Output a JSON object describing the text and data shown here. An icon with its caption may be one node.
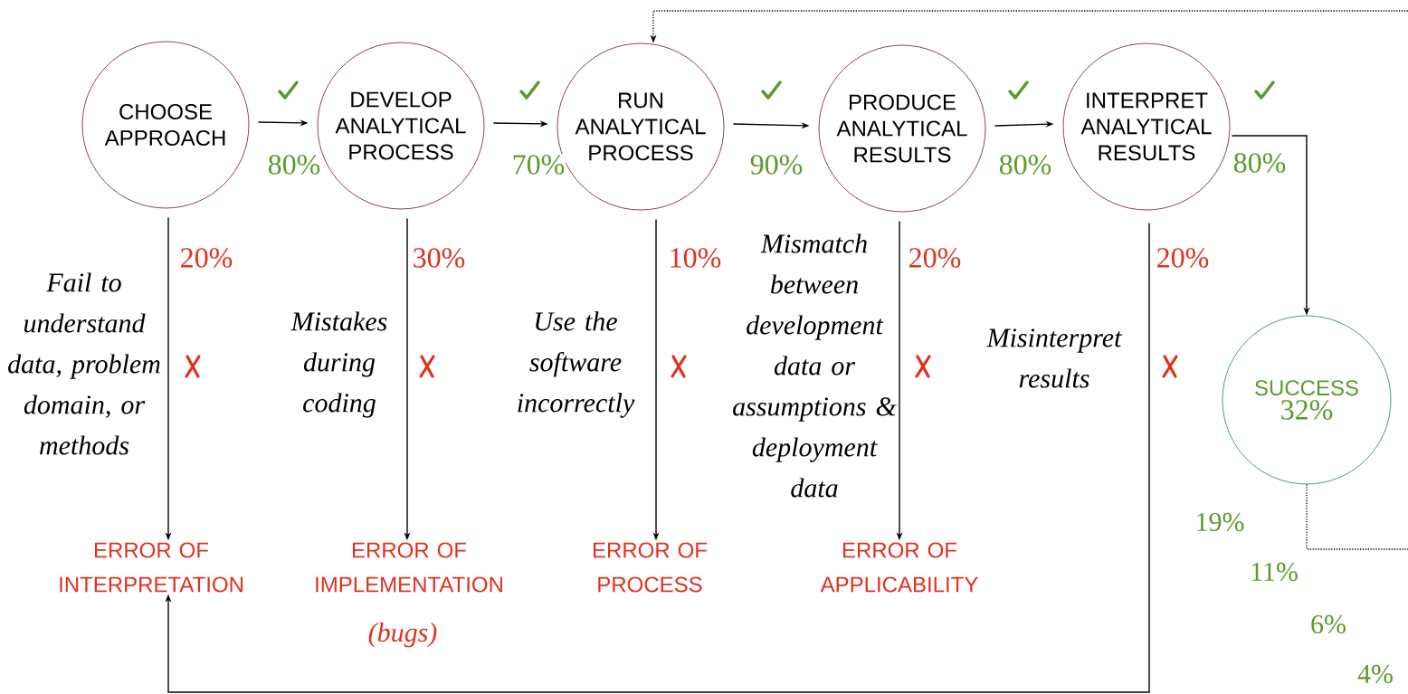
{
  "diagram": {
    "nodes": [
      {
        "text": [
          "CHOOSE APPROACH"
        ]
      },
      {
        "text": [
          "DEVELOP ANALYTICAL PROCESS"
        ]
      },
      {
        "text": [
          "RUN ANALYTICAL PROCESS"
        ]
      },
      {
        "text": [
          "PRODUCE ANALYTICAL RESULTS"
        ]
      },
      {
        "text": [
          "INTERPRET ANALYTICAL RESULTS"
        ]
      },
      {
        "text": [
          "SUCCESS",
          "32%"
        ]
      },
      {
        "text": [
          "ERROR OF INTERPRETATION"
        ]
      },
      {
        "text": [
          "ERROR OF IMPLEMENTATION"
        ],
        "beside": [
          "(bugs)"
        ]
      },
      {
        "text": [
          "ERROR OF PROCESS"
        ]
      },
      {
        "text": [
          "ERROR OF APPLICABILITY"
        ]
      }
    ],
    "edges": [
      {
        "from": 0,
        "to": 1,
        "arrow": "to",
        "label": "80%"
      },
      {
        "from": 1,
        "to": 2,
        "arrow": "to",
        "label": "70%"
      },
      {
        "from": 2,
        "to": 3,
        "arrow": "to",
        "label": "90%"
      },
      {
        "from": 3,
        "to": 4,
        "arrow": "to",
        "label": "80%"
      },
      {
        "from": 4,
        "to": 5,
        "arrow": "to",
        "label": "80%"
      },
      {
        "from": 0,
        "to": 6,
        "arrow": "to",
        "label": "20%"
      },
      {
        "from": 1,
        "to": 7,
        "arrow": "to",
        "label": "30%"
      },
      {
        "from": 2,
        "to": 8,
        "arrow": "to",
        "label": "10%"
      },
      {
        "from": 3,
        "to": 9,
        "arrow": "to",
        "label": "20%"
      },
      {
        "from": 4,
        "to": 6,
        "arrow": "to",
        "label": "20%"
      },
      {
        "from": 5,
        "to": null,
        "arrow": "none",
        "style": "dashed"
      },
      {
        "from": null,
        "to": 2,
        "arrow": "to",
        "style": "dashed"
      }
    ],
    "labels": [
      "Fail to understand data, problem domain, or methods",
      "Mistakes during coding",
      "Use the software incorrectly",
      "Mismatch between development data or assumptions & deployment data",
      "Misinterpret results",
      "19%",
      "11%",
      "6%",
      "4%"
    ]
  }
}
